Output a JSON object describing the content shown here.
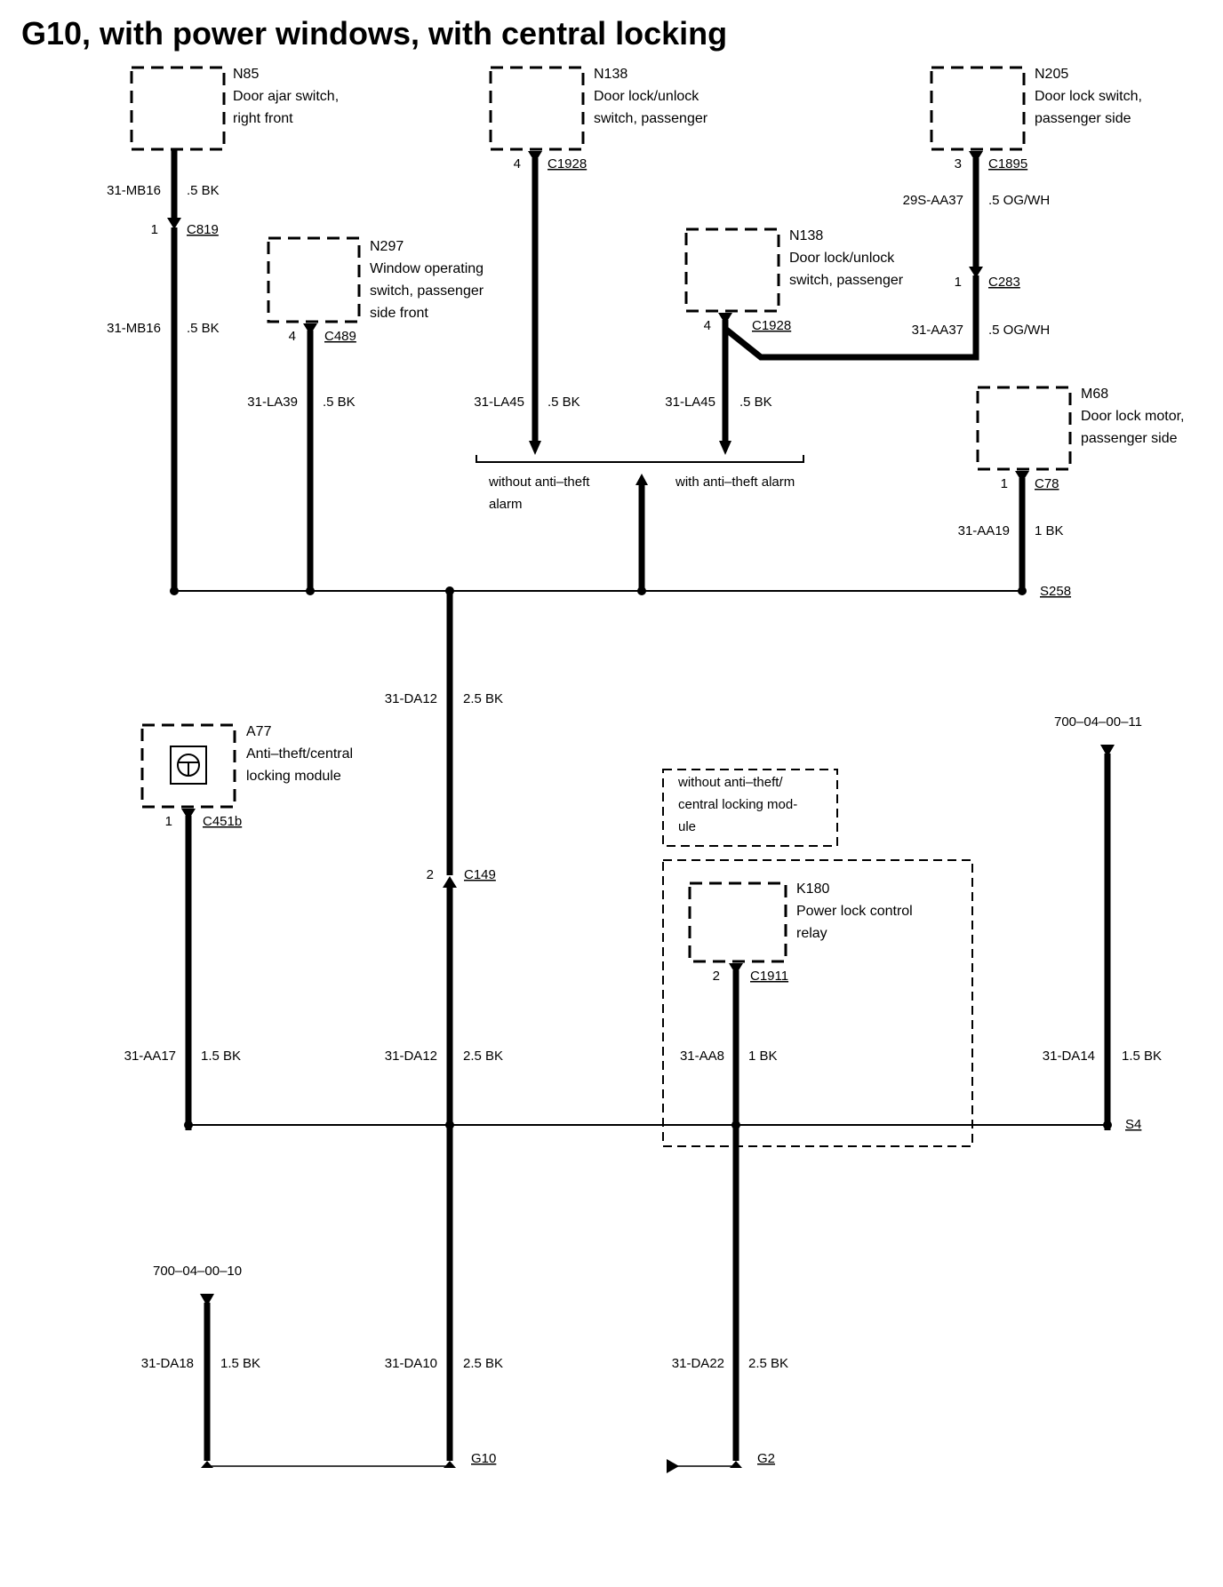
{
  "title": "G10, with power windows, with central locking",
  "components": {
    "n85": {
      "id": "N85",
      "line1": "Door ajar switch,",
      "line2": "right front"
    },
    "n138a": {
      "id": "N138",
      "line1": "Door lock/unlock",
      "line2": "switch, passenger"
    },
    "n205": {
      "id": "N205",
      "line1": "Door lock switch,",
      "line2": "passenger side"
    },
    "n297": {
      "id": "N297",
      "line1": "Window operating",
      "line2": "switch, passenger",
      "line3": "side front"
    },
    "n138b": {
      "id": "N138",
      "line1": "Door lock/unlock",
      "line2": "switch, passenger"
    },
    "m68": {
      "id": "M68",
      "line1": "Door lock motor,",
      "line2": "passenger side"
    },
    "a77": {
      "id": "A77",
      "line1": "Anti–theft/central",
      "line2": "locking module"
    },
    "k180": {
      "id": "K180",
      "line1": "Power lock control",
      "line2": "relay"
    }
  },
  "connectors": {
    "c819": {
      "pin": "1",
      "name": "C819"
    },
    "c1928a": {
      "pin": "4",
      "name": "C1928"
    },
    "c1895": {
      "pin": "3",
      "name": "C1895"
    },
    "c489": {
      "pin": "4",
      "name": "C489"
    },
    "c1928b": {
      "pin": "4",
      "name": "C1928"
    },
    "c283": {
      "pin": "1",
      "name": "C283"
    },
    "c78": {
      "pin": "1",
      "name": "C78"
    },
    "c451b": {
      "pin": "1",
      "name": "C451b"
    },
    "c149": {
      "pin": "2",
      "name": "C149"
    },
    "c1911": {
      "pin": "2",
      "name": "C1911"
    }
  },
  "wires": {
    "mb16a": {
      "code": "31-MB16",
      "spec": ".5 BK"
    },
    "mb16b": {
      "code": "31-MB16",
      "spec": ".5 BK"
    },
    "la39": {
      "code": "31-LA39",
      "spec": ".5 BK"
    },
    "la45a": {
      "code": "31-LA45",
      "spec": ".5 BK"
    },
    "la45b": {
      "code": "31-LA45",
      "spec": ".5 BK"
    },
    "aa37a": {
      "code": "29S-AA37",
      "spec": ".5 OG/WH"
    },
    "aa37b": {
      "code": "31-AA37",
      "spec": ".5 OG/WH"
    },
    "aa19": {
      "code": "31-AA19",
      "spec": "1 BK"
    },
    "da12a": {
      "code": "31-DA12",
      "spec": "2.5 BK"
    },
    "da12b": {
      "code": "31-DA12",
      "spec": "2.5 BK"
    },
    "aa17": {
      "code": "31-AA17",
      "spec": "1.5 BK"
    },
    "aa8": {
      "code": "31-AA8",
      "spec": "1 BK"
    },
    "da14": {
      "code": "31-DA14",
      "spec": "1.5 BK"
    },
    "da18": {
      "code": "31-DA18",
      "spec": "1.5 BK"
    },
    "da10": {
      "code": "31-DA10",
      "spec": "2.5 BK"
    },
    "da22": {
      "code": "31-DA22",
      "spec": "2.5 BK"
    }
  },
  "options": {
    "without_alarm_1": "without anti–theft",
    "without_alarm_2": "alarm",
    "with_alarm": "with anti–theft alarm",
    "without_module_1": "without anti–theft/",
    "without_module_2": "central locking mod-",
    "without_module_3": "ule"
  },
  "splices": {
    "s258": "S258",
    "s4": "S4"
  },
  "grounds": {
    "g10": "G10",
    "g2": "G2"
  },
  "refs": {
    "ref1": "700–04–00–11",
    "ref2": "700–04–00–10"
  }
}
